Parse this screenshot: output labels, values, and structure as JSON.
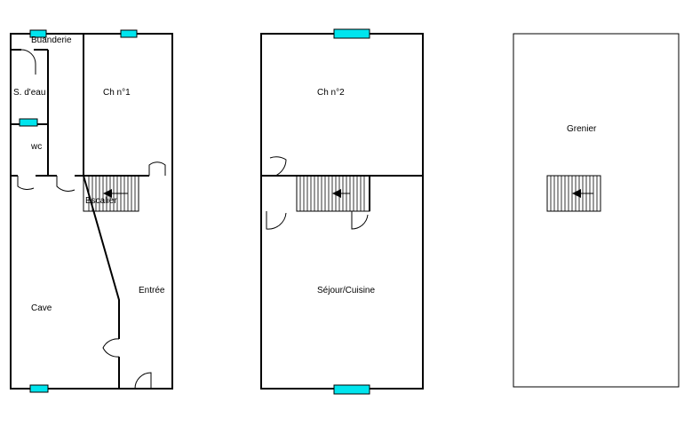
{
  "plans": [
    {
      "name": "level-1",
      "rooms": [
        {
          "key": "buanderie",
          "label": "Buanderie"
        },
        {
          "key": "salle-d-eau",
          "label": "S. d'eau"
        },
        {
          "key": "chambre-1",
          "label": "Ch n°1"
        },
        {
          "key": "wc",
          "label": "wc"
        },
        {
          "key": "escalier",
          "label": "Escalier"
        },
        {
          "key": "cave",
          "label": "Cave"
        },
        {
          "key": "entree",
          "label": "Entrée"
        }
      ]
    },
    {
      "name": "level-2",
      "rooms": [
        {
          "key": "chambre-2",
          "label": "Ch n°2"
        },
        {
          "key": "sejour-cuisine",
          "label": "Séjour/Cuisine"
        }
      ]
    },
    {
      "name": "level-3",
      "rooms": [
        {
          "key": "grenier",
          "label": "Grenier"
        }
      ]
    }
  ],
  "colors": {
    "wall": "#000000",
    "window": "#00e5ee",
    "background": "#ffffff"
  }
}
